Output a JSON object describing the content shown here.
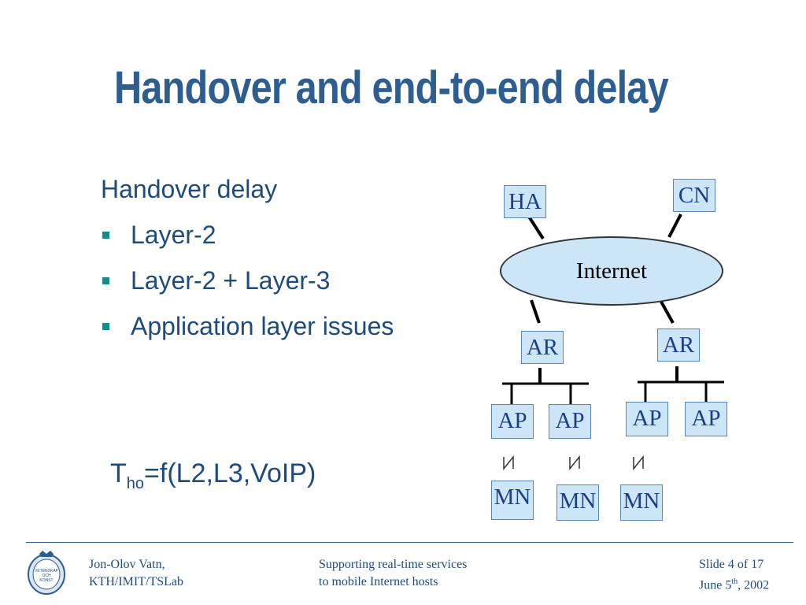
{
  "slide": {
    "title": "Handover and end-to-end delay",
    "heading": "Handover delay",
    "bullets": [
      "Layer-2",
      "Layer-2 + Layer-3",
      "Application layer issues"
    ],
    "formula": {
      "t": "T",
      "sub": "ho",
      "rest": "=f(L2,L3,VoIP)"
    }
  },
  "diagram": {
    "ha": "HA",
    "cn": "CN",
    "internet": "Internet",
    "ar_left": "AR",
    "ar_right": "AR",
    "ap": [
      "AP",
      "AP",
      "AP",
      "AP"
    ],
    "mn": [
      "MN",
      "MN",
      "MN"
    ]
  },
  "footer": {
    "author_line1": "Jon-Olov Vatn,",
    "author_line2": "KTH/IMIT/TSLab",
    "topic_line1": "Supporting real-time services",
    "topic_line2": "to mobile Internet hosts",
    "slide_number": "Slide 4 of 17",
    "date_prefix": "June 5",
    "date_sup": "th",
    "date_suffix": ", 2002"
  },
  "colors": {
    "title": "#2e5d8f",
    "text": "#1f4b7a",
    "node_fill": "#cce6f8",
    "bullet": "#1a8a8a"
  },
  "logo": {
    "icon": "kth-seal-icon",
    "text": "VETENSKAP OCH KONST"
  }
}
